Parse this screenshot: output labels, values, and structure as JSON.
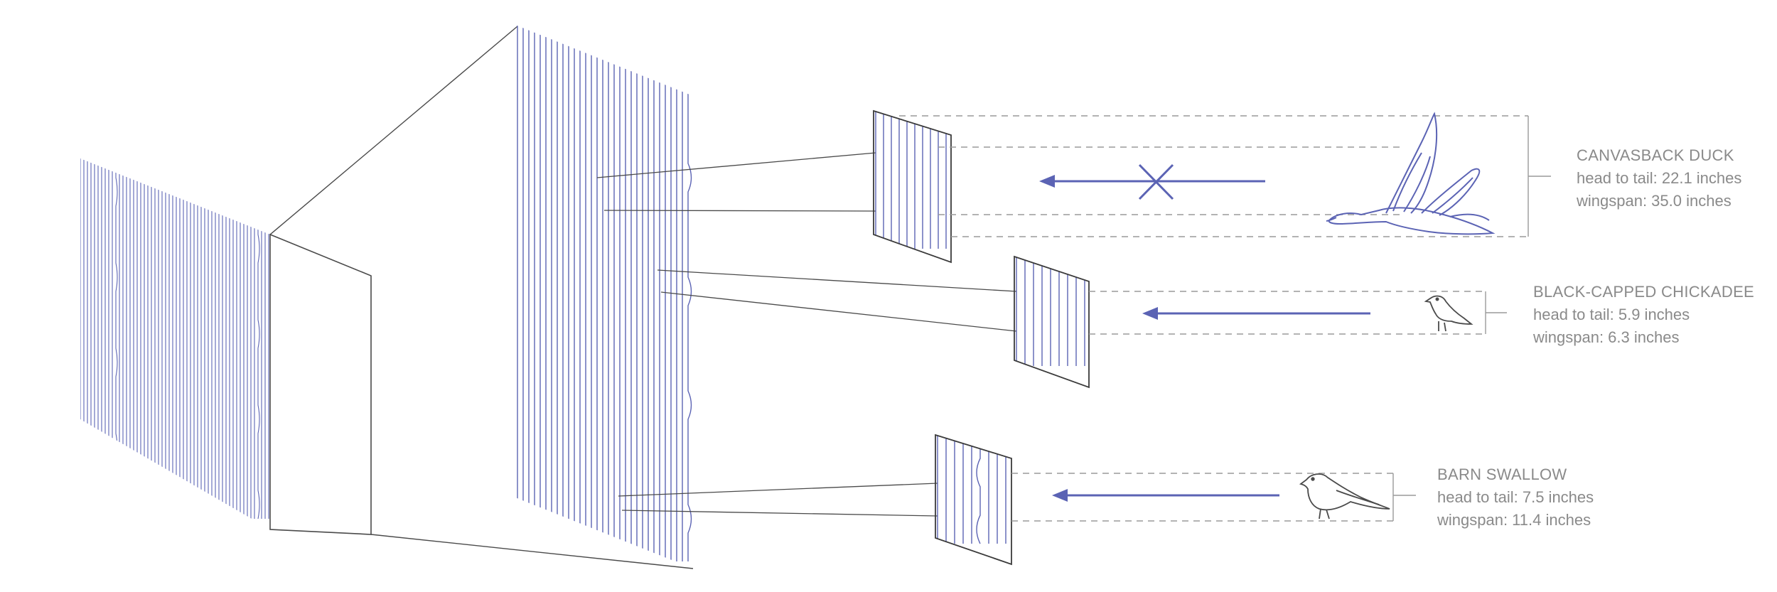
{
  "colors": {
    "line_blue": "#5b63b4",
    "frame_gray": "#4a4a4a",
    "dash_gray": "#9a9a9a",
    "label_gray": "#8a8a8a",
    "background": "#ffffff"
  },
  "birds": [
    {
      "name": "CANVASBACK DUCK",
      "head_to_tail": "head to tail: 22.1 inches",
      "wingspan": "wingspan: 35.0 inches",
      "icon": "flying-duck-icon",
      "passes": false
    },
    {
      "name": "BLACK-CAPPED CHICKADEE",
      "head_to_tail": "head to tail: 5.9 inches",
      "wingspan": "wingspan: 6.3 inches",
      "icon": "chickadee-icon",
      "passes": true
    },
    {
      "name": "BARN SWALLOW",
      "head_to_tail": "head to tail: 7.5 inches",
      "wingspan": "wingspan: 11.4 inches",
      "icon": "swallow-icon",
      "passes": true
    }
  ]
}
